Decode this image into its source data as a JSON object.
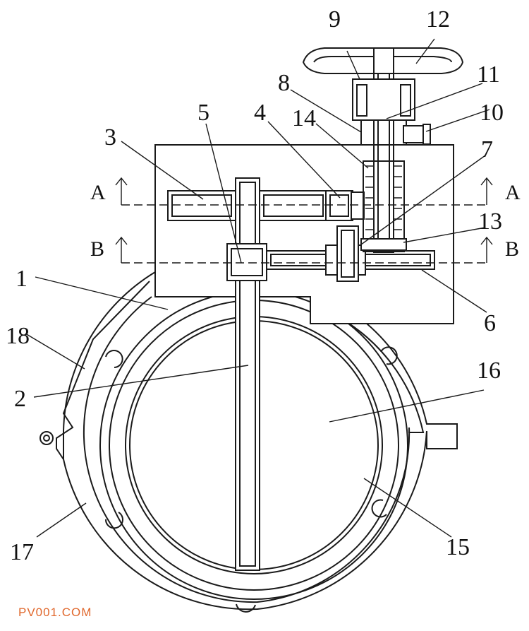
{
  "labels": {
    "l1": "1",
    "l2": "2",
    "l3": "3",
    "l4": "4",
    "l5": "5",
    "l6": "6",
    "l7": "7",
    "l8": "8",
    "l9": "9",
    "l10": "10",
    "l11": "11",
    "l12": "12",
    "l13": "13",
    "l14": "14",
    "l15": "15",
    "l16": "16",
    "l17": "17",
    "l18": "18"
  },
  "sections": {
    "a_left": "A",
    "a_right": "A",
    "b_left": "B",
    "b_right": "B"
  },
  "watermark": "PV001.COM"
}
